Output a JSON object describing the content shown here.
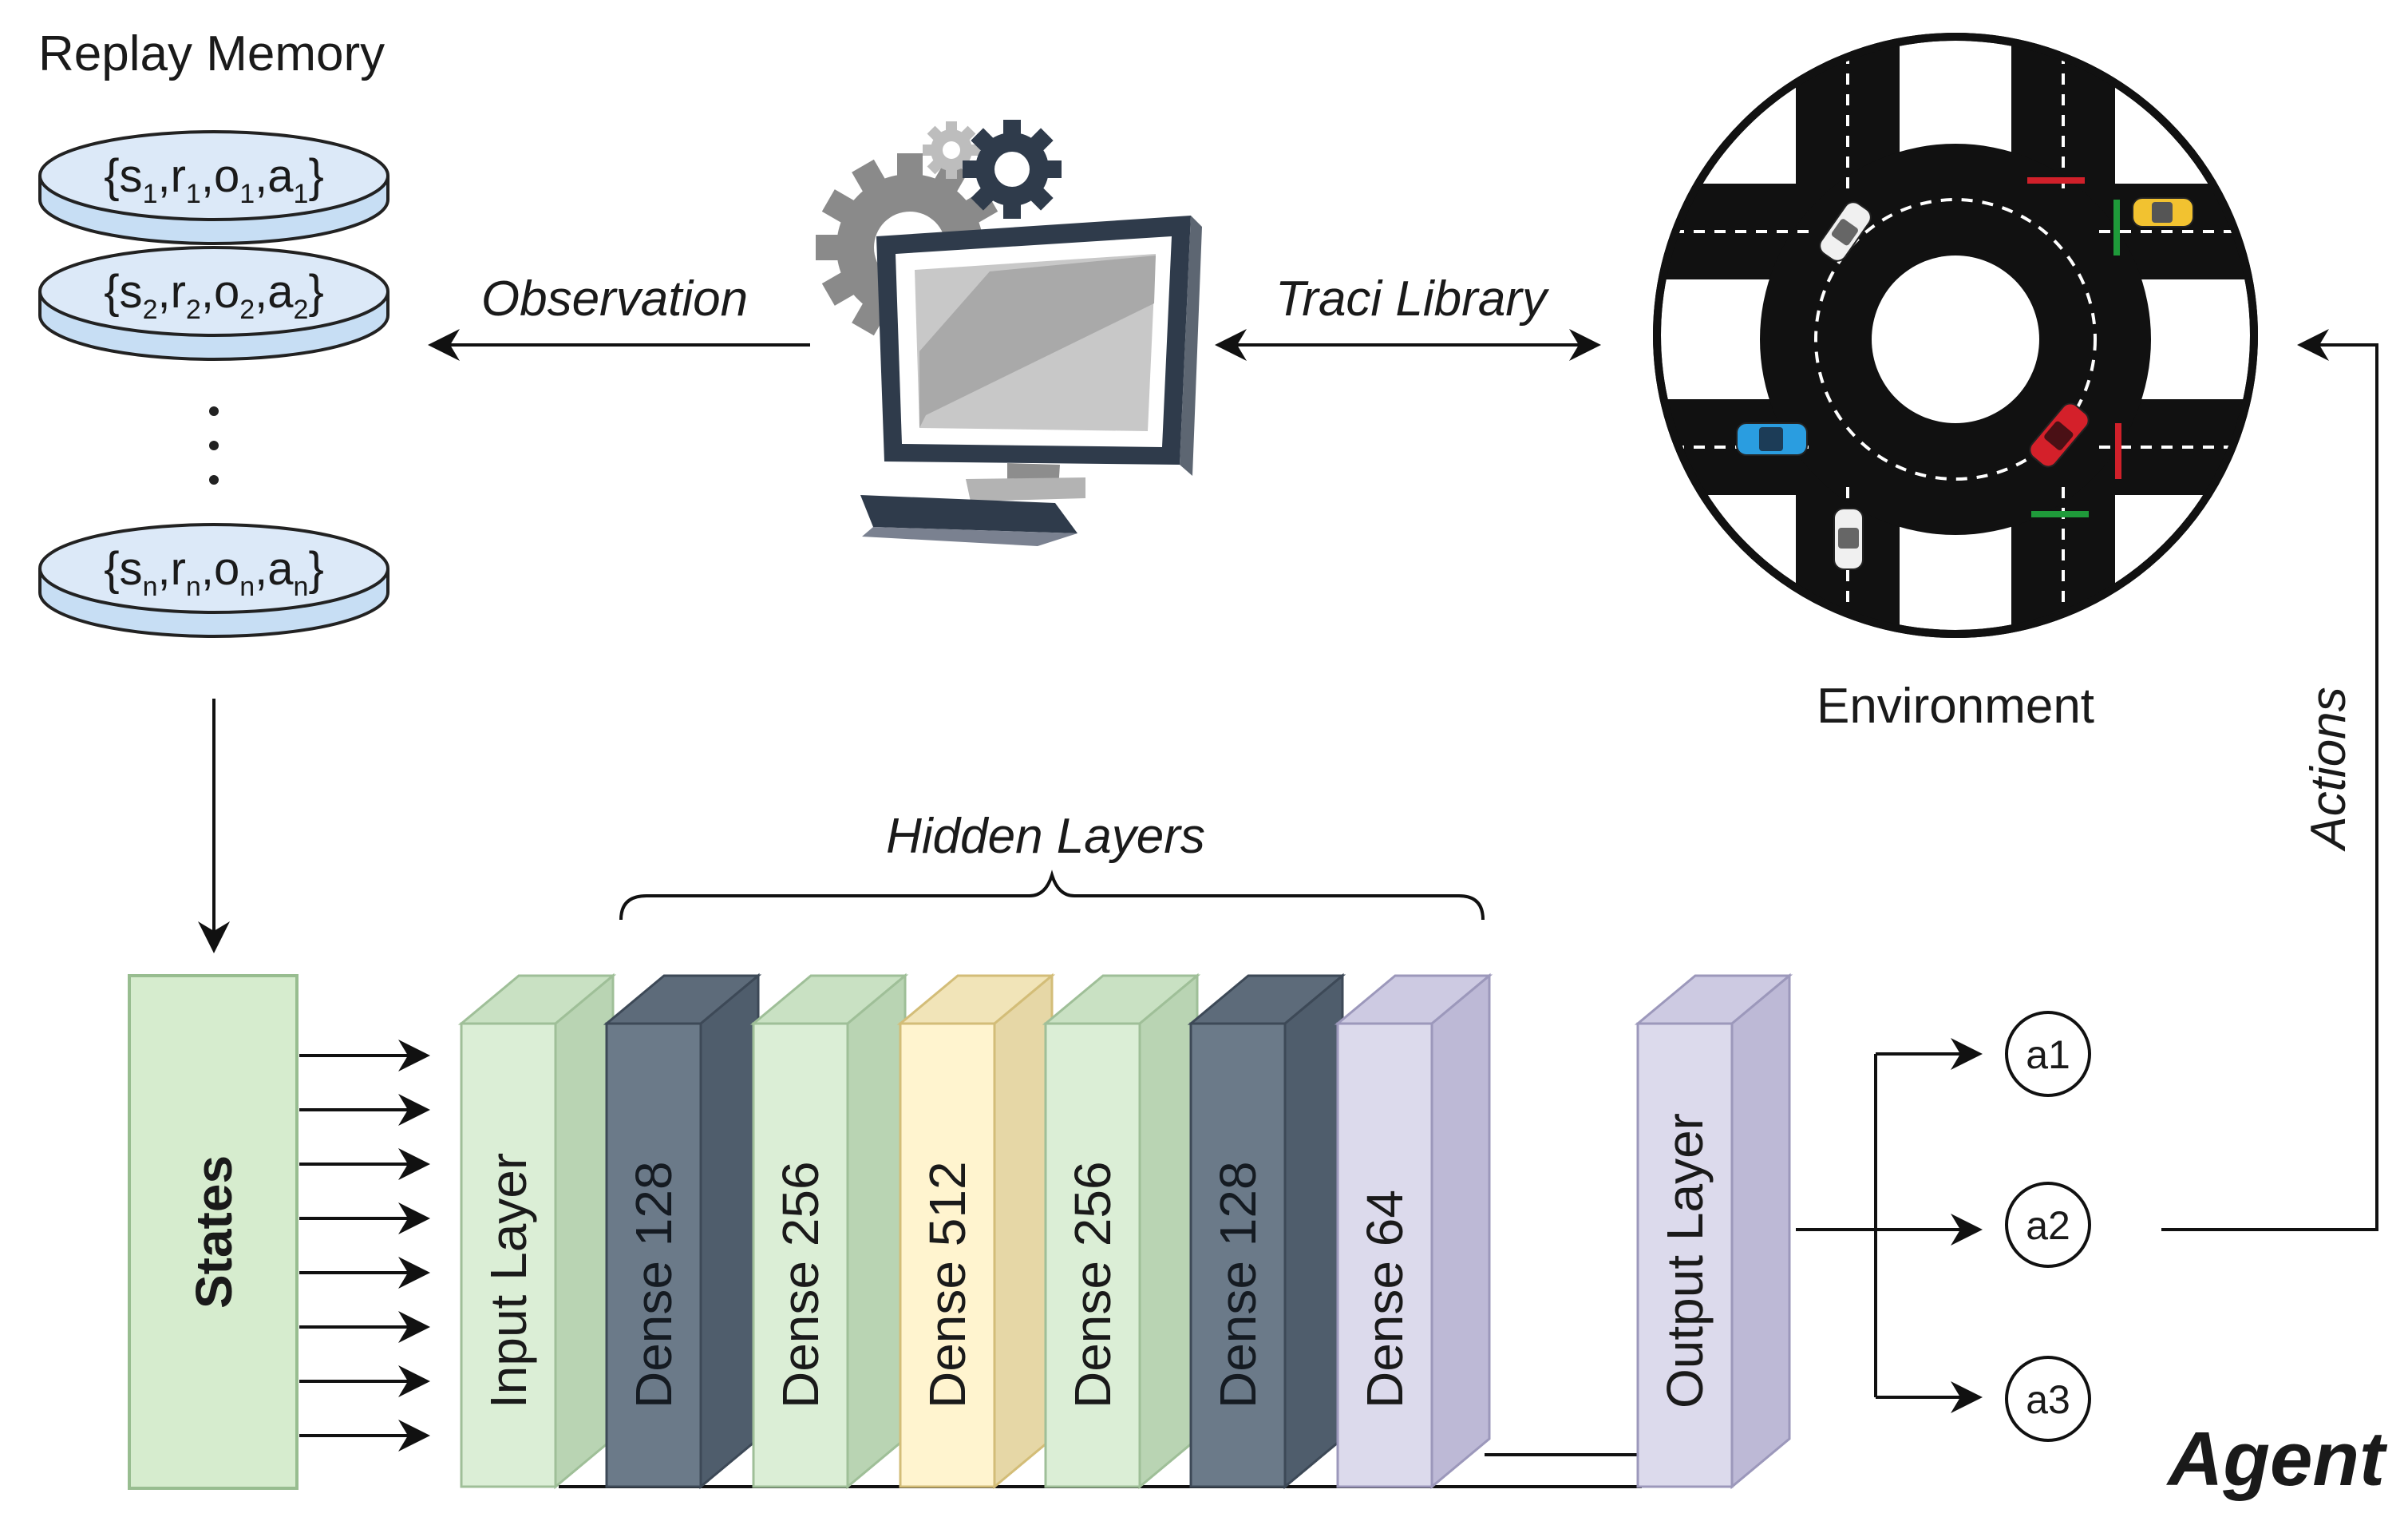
{
  "replay_memory": {
    "title": "Replay Memory",
    "entries": [
      {
        "open": "{s",
        "i": "1",
        "r": ",r",
        "o": ",o",
        "a": ",a",
        "close": "}"
      },
      {
        "open": "{s",
        "i": "2",
        "r": ",r",
        "o": ",o",
        "a": ",a",
        "close": "}"
      },
      {
        "open": "{s",
        "i": "n",
        "r": ",r",
        "o": ",o",
        "a": ",a",
        "close": "}"
      }
    ]
  },
  "edges": {
    "observation": "Observation",
    "traci": "Traci Library",
    "actions": "Actions"
  },
  "environment": {
    "label": "Environment"
  },
  "network": {
    "hidden_label": "Hidden Layers",
    "states_label": "States",
    "layers": [
      {
        "label": "Input Layer",
        "front": "#dbeed6",
        "side": "#b9d4b3",
        "top": "#c9e1c3",
        "stroke": "#9fbf98"
      },
      {
        "label": "Dense 128",
        "front": "#6b7a89",
        "side": "#4f5d6c",
        "top": "#5d6b7a",
        "stroke": "#3d4957"
      },
      {
        "label": "Dense 256",
        "front": "#dbeed6",
        "side": "#b9d4b3",
        "top": "#c9e1c3",
        "stroke": "#9fbf98"
      },
      {
        "label": "Dense 512",
        "front": "#fff4cf",
        "side": "#e6d7a6",
        "top": "#f1e4b8",
        "stroke": "#d3bd78"
      },
      {
        "label": "Dense 256",
        "front": "#dbeed6",
        "side": "#b9d4b3",
        "top": "#c9e1c3",
        "stroke": "#9fbf98"
      },
      {
        "label": "Dense 128",
        "front": "#6b7a89",
        "side": "#4f5d6c",
        "top": "#5d6b7a",
        "stroke": "#3d4957"
      },
      {
        "label": "Dense 64",
        "front": "#dcdaec",
        "side": "#bdb9d6",
        "top": "#cdcae2",
        "stroke": "#9c98bb"
      }
    ],
    "output": {
      "label": "Output Layer",
      "front": "#dcdaec",
      "side": "#bdb9d6",
      "top": "#cdcae2",
      "stroke": "#9c98bb"
    },
    "actions": [
      "a1",
      "a2",
      "a3"
    ]
  },
  "agent_label": "Agent"
}
